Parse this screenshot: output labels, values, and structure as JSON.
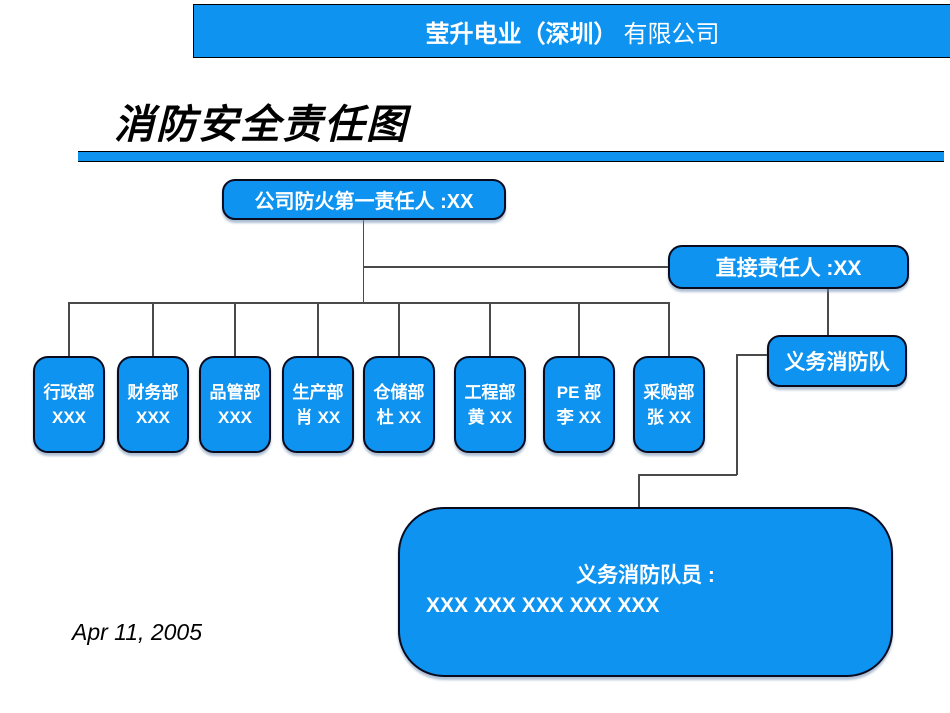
{
  "header": {
    "company_bold": "莹升电业（深圳）",
    "company_regular": "有限公司"
  },
  "title": "消防安全责任图",
  "date": "Apr 11, 2005",
  "colors": {
    "primary_blue": "#0E93F0",
    "box_border": "#0B0B20",
    "connector_gray": "#4A4A4A",
    "text_white": "#FFFFFF",
    "text_black": "#000000"
  },
  "chart": {
    "top_box": "公司防火第一责任人 :XX",
    "direct_box": "直接责任人 :XX",
    "brigade_box": "义务消防队",
    "departments": [
      {
        "line1": "行政部",
        "line2": "XXX"
      },
      {
        "line1": "财务部",
        "line2": "XXX"
      },
      {
        "line1": "品管部",
        "line2": "XXX"
      },
      {
        "line1": "生产部",
        "line2": "肖 XX"
      },
      {
        "line1": "仓储部",
        "line2": "杜 XX"
      },
      {
        "line1": "工程部",
        "line2": "黄 XX"
      },
      {
        "line1": "PE 部",
        "line2": "李 XX"
      },
      {
        "line1": "采购部",
        "line2": "张 XX"
      }
    ],
    "members_box": {
      "line1": "义务消防队员 :",
      "line2": "XXX XXX XXX XXX XXX"
    }
  }
}
